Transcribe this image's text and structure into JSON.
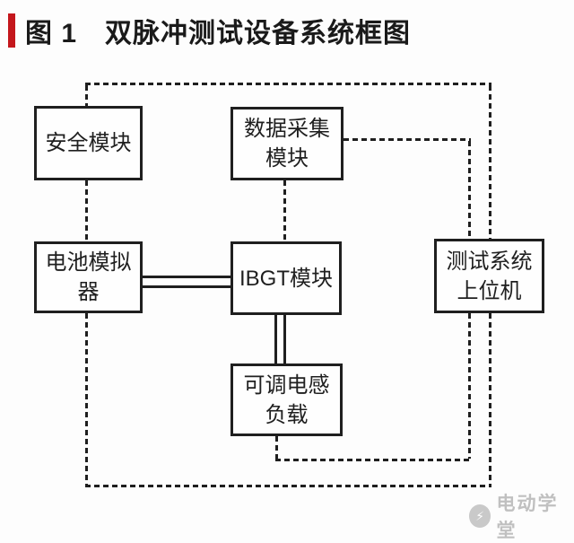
{
  "figure": {
    "title_text": "图 1　双脉冲测试设备系统框图",
    "accent_color": "#c4171c"
  },
  "diagram": {
    "line_color": "#1f1f1f",
    "nodes": {
      "safety": {
        "lines": [
          "安全模块"
        ]
      },
      "daq": {
        "lines": [
          "数据采集",
          "模块"
        ]
      },
      "battery": {
        "lines": [
          "电池模拟",
          "器"
        ]
      },
      "igbt": {
        "lines": [
          "IBGT模块"
        ]
      },
      "host": {
        "lines": [
          "测试系统",
          "上位机"
        ]
      },
      "load": {
        "lines": [
          "可调电感",
          "负载"
        ]
      }
    },
    "connections": [
      {
        "from": "safety",
        "to": "host",
        "style": "dashed",
        "route": "up from safety, across the top, down into top of host"
      },
      {
        "from": "safety",
        "to": "battery",
        "style": "dashed",
        "route": "straight down"
      },
      {
        "from": "daq",
        "to": "igbt",
        "style": "dashed",
        "route": "straight down"
      },
      {
        "from": "daq",
        "to": "host",
        "style": "dashed",
        "route": "right from daq side, down into top of host"
      },
      {
        "from": "host",
        "to": "battery",
        "style": "dashed",
        "route": "down from host bottom, left along outer bottom, up into battery bottom"
      },
      {
        "from": "host",
        "to": "load",
        "style": "dashed",
        "route": "down from host bottom, left along inner bottom, up into load bottom"
      },
      {
        "from": "battery",
        "to": "igbt",
        "style": "solid-double",
        "route": "horizontal pair of bus lines"
      },
      {
        "from": "igbt",
        "to": "load",
        "style": "solid-double",
        "route": "vertical pair of bus lines"
      }
    ]
  },
  "watermark": {
    "text": "电动学堂",
    "icon": "lightning-circle-icon",
    "color": "#c0c0c0"
  }
}
